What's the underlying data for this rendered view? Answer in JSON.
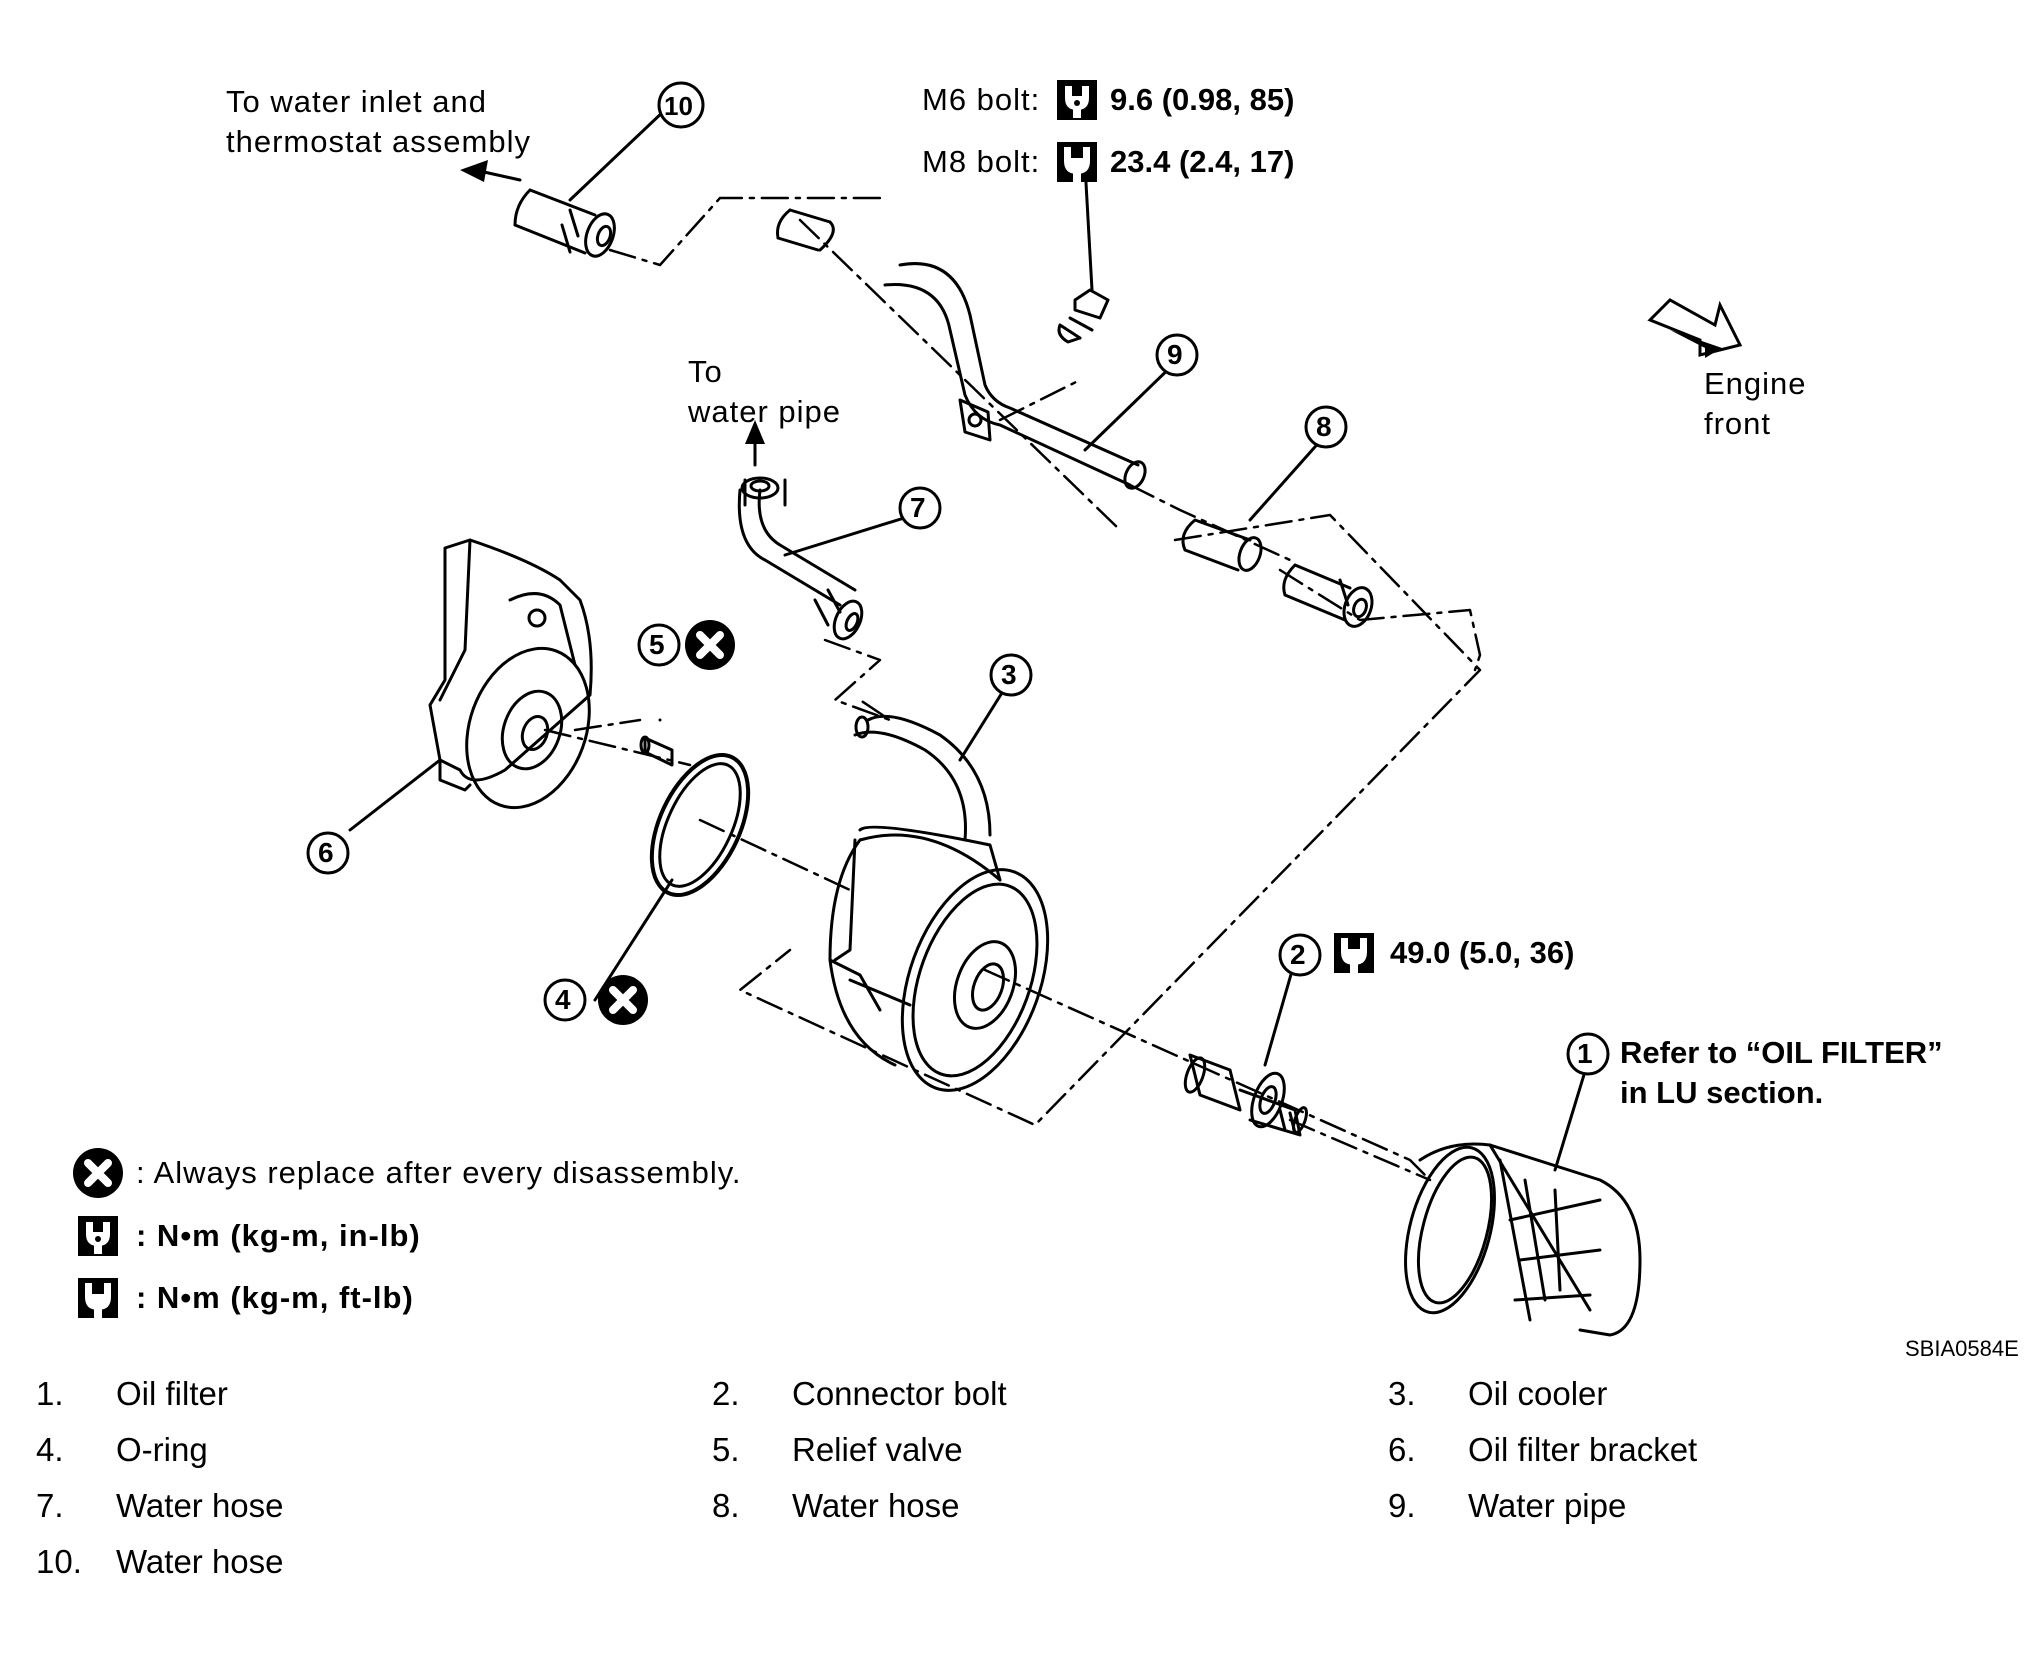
{
  "callouts": {
    "c1": "1",
    "c2": "2",
    "c3": "3",
    "c4": "4",
    "c5": "5",
    "c6": "6",
    "c7": "7",
    "c8": "8",
    "c9": "9",
    "c10": "10"
  },
  "labels": {
    "water_inlet_line1": "To water inlet and",
    "water_inlet_line2": "thermostat assembly",
    "to_water_pipe_line1": "To",
    "to_water_pipe_line2": "water pipe",
    "engine_front_line1": "Engine",
    "engine_front_line2": "front"
  },
  "torque": {
    "m6_label": "M6 bolt:",
    "m6_value": "9.6 (0.98, 85)",
    "m8_label": "M8 bolt:",
    "m8_value": "23.4 (2.4, 17)",
    "connector_value": "49.0 (5.0, 36)"
  },
  "notes": {
    "refer_line1": "Refer to  “OIL FILTER”",
    "refer_line2": "in LU section."
  },
  "legend": {
    "replace": ": Always replace after every disassembly.",
    "torque_in": ":  N•m  (kg-m,  in-lb)",
    "torque_ft": ":  N•m  (kg-m,  ft-lb)"
  },
  "figure_code": "SBIA0584E",
  "parts": [
    {
      "num": "1.",
      "name": "Oil filter"
    },
    {
      "num": "2.",
      "name": "Connector bolt"
    },
    {
      "num": "3.",
      "name": "Oil cooler"
    },
    {
      "num": "4.",
      "name": "O-ring"
    },
    {
      "num": "5.",
      "name": "Relief valve"
    },
    {
      "num": "6.",
      "name": "Oil filter bracket"
    },
    {
      "num": "7.",
      "name": "Water hose"
    },
    {
      "num": "8.",
      "name": "Water hose"
    },
    {
      "num": "9.",
      "name": "Water pipe"
    },
    {
      "num": "10.",
      "name": "Water hose"
    }
  ],
  "icons": [
    "replace-x-icon",
    "torque-wrench-in-lb-icon",
    "torque-wrench-ft-lb-icon",
    "engine-front-arrow-icon"
  ]
}
